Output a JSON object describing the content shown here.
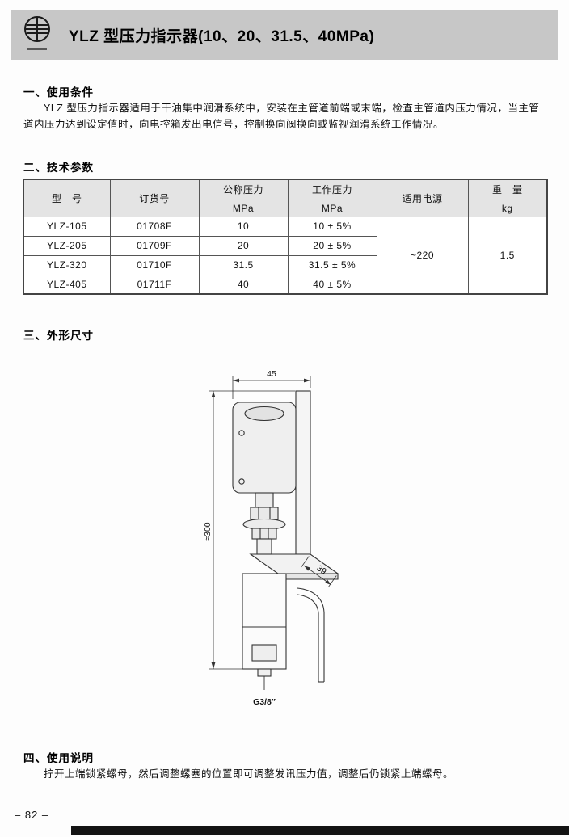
{
  "header": {
    "title": "YLZ 型压力指示器(10、20、31.5、40MPa)"
  },
  "sections": {
    "usage": {
      "heading": "一、使用条件",
      "body": "YLZ 型压力指示器适用于干油集中润滑系统中，安装在主管道前端或末端，检查主管道内压力情况，当主管道内压力达到设定值时，向电控箱发出电信号，控制换向阀换向或监视润滑系统工作情况。"
    },
    "parameters": {
      "heading": "二、技术参数",
      "table": {
        "headers": {
          "model": "型　号",
          "order_no": "订货号",
          "nominal": "公称压力",
          "nominal_unit": "MPa",
          "working": "工作压力",
          "working_unit": "MPa",
          "power": "适用电源",
          "weight": "重　量",
          "weight_unit": "kg"
        },
        "rows": [
          {
            "model": "YLZ-105",
            "order_no": "01708F",
            "nominal": "10",
            "working": "10 ± 5%"
          },
          {
            "model": "YLZ-205",
            "order_no": "01709F",
            "nominal": "20",
            "working": "20 ± 5%"
          },
          {
            "model": "YLZ-320",
            "order_no": "01710F",
            "nominal": "31.5",
            "working": "31.5 ± 5%"
          },
          {
            "model": "YLZ-405",
            "order_no": "01711F",
            "nominal": "40",
            "working": "40 ± 5%"
          }
        ],
        "power_value": "~220",
        "weight_value": "1.5"
      }
    },
    "dimensions": {
      "heading": "三、外形尺寸",
      "drawing": {
        "width_dim": "45",
        "height_dim": "≈300",
        "depth_dim": "39",
        "thread_label": "G3/8″"
      }
    },
    "instructions": {
      "heading": "四、使用说明",
      "body": "拧开上端锁紧螺母，然后调整螺塞的位置即可调整发讯压力值，调整后仍锁紧上端螺母。"
    }
  },
  "footer": {
    "page_number": "– 82 –"
  }
}
